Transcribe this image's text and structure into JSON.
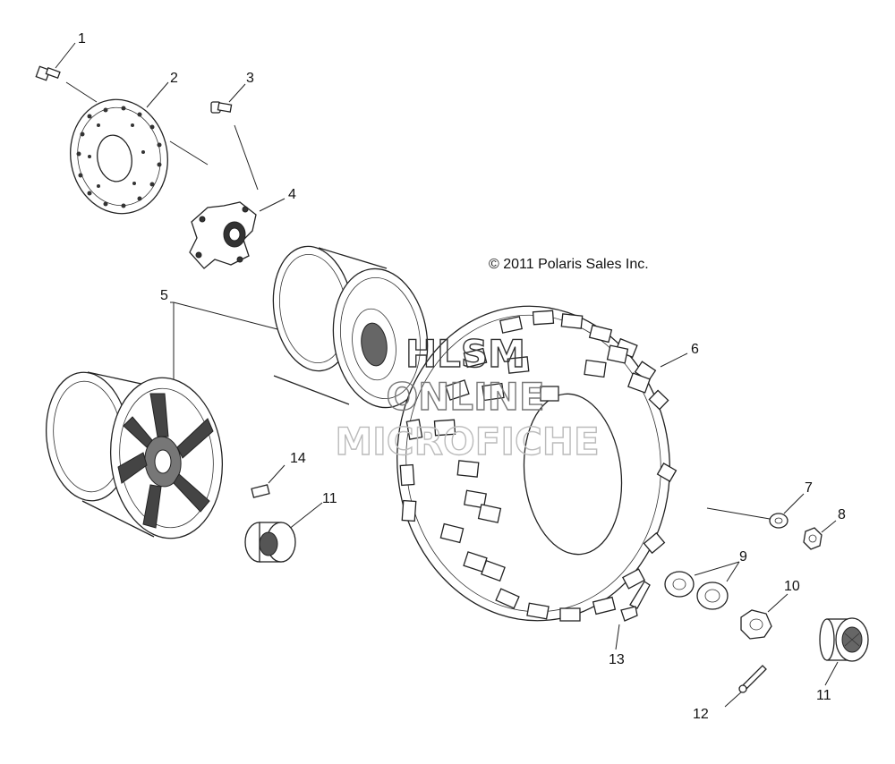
{
  "copyright": "© 2011 Polaris Sales Inc.",
  "watermark": {
    "line1": "HLSM",
    "line2": "ONLINE",
    "line3": "MICROFICHE"
  },
  "callouts": [
    "1",
    "2",
    "3",
    "4",
    "5",
    "6",
    "7",
    "8",
    "9",
    "10",
    "11",
    "11",
    "12",
    "13",
    "14"
  ],
  "colors": {
    "ink": "#222222",
    "watermark_dark": "#333333",
    "watermark_light": "#bbbbbb"
  }
}
